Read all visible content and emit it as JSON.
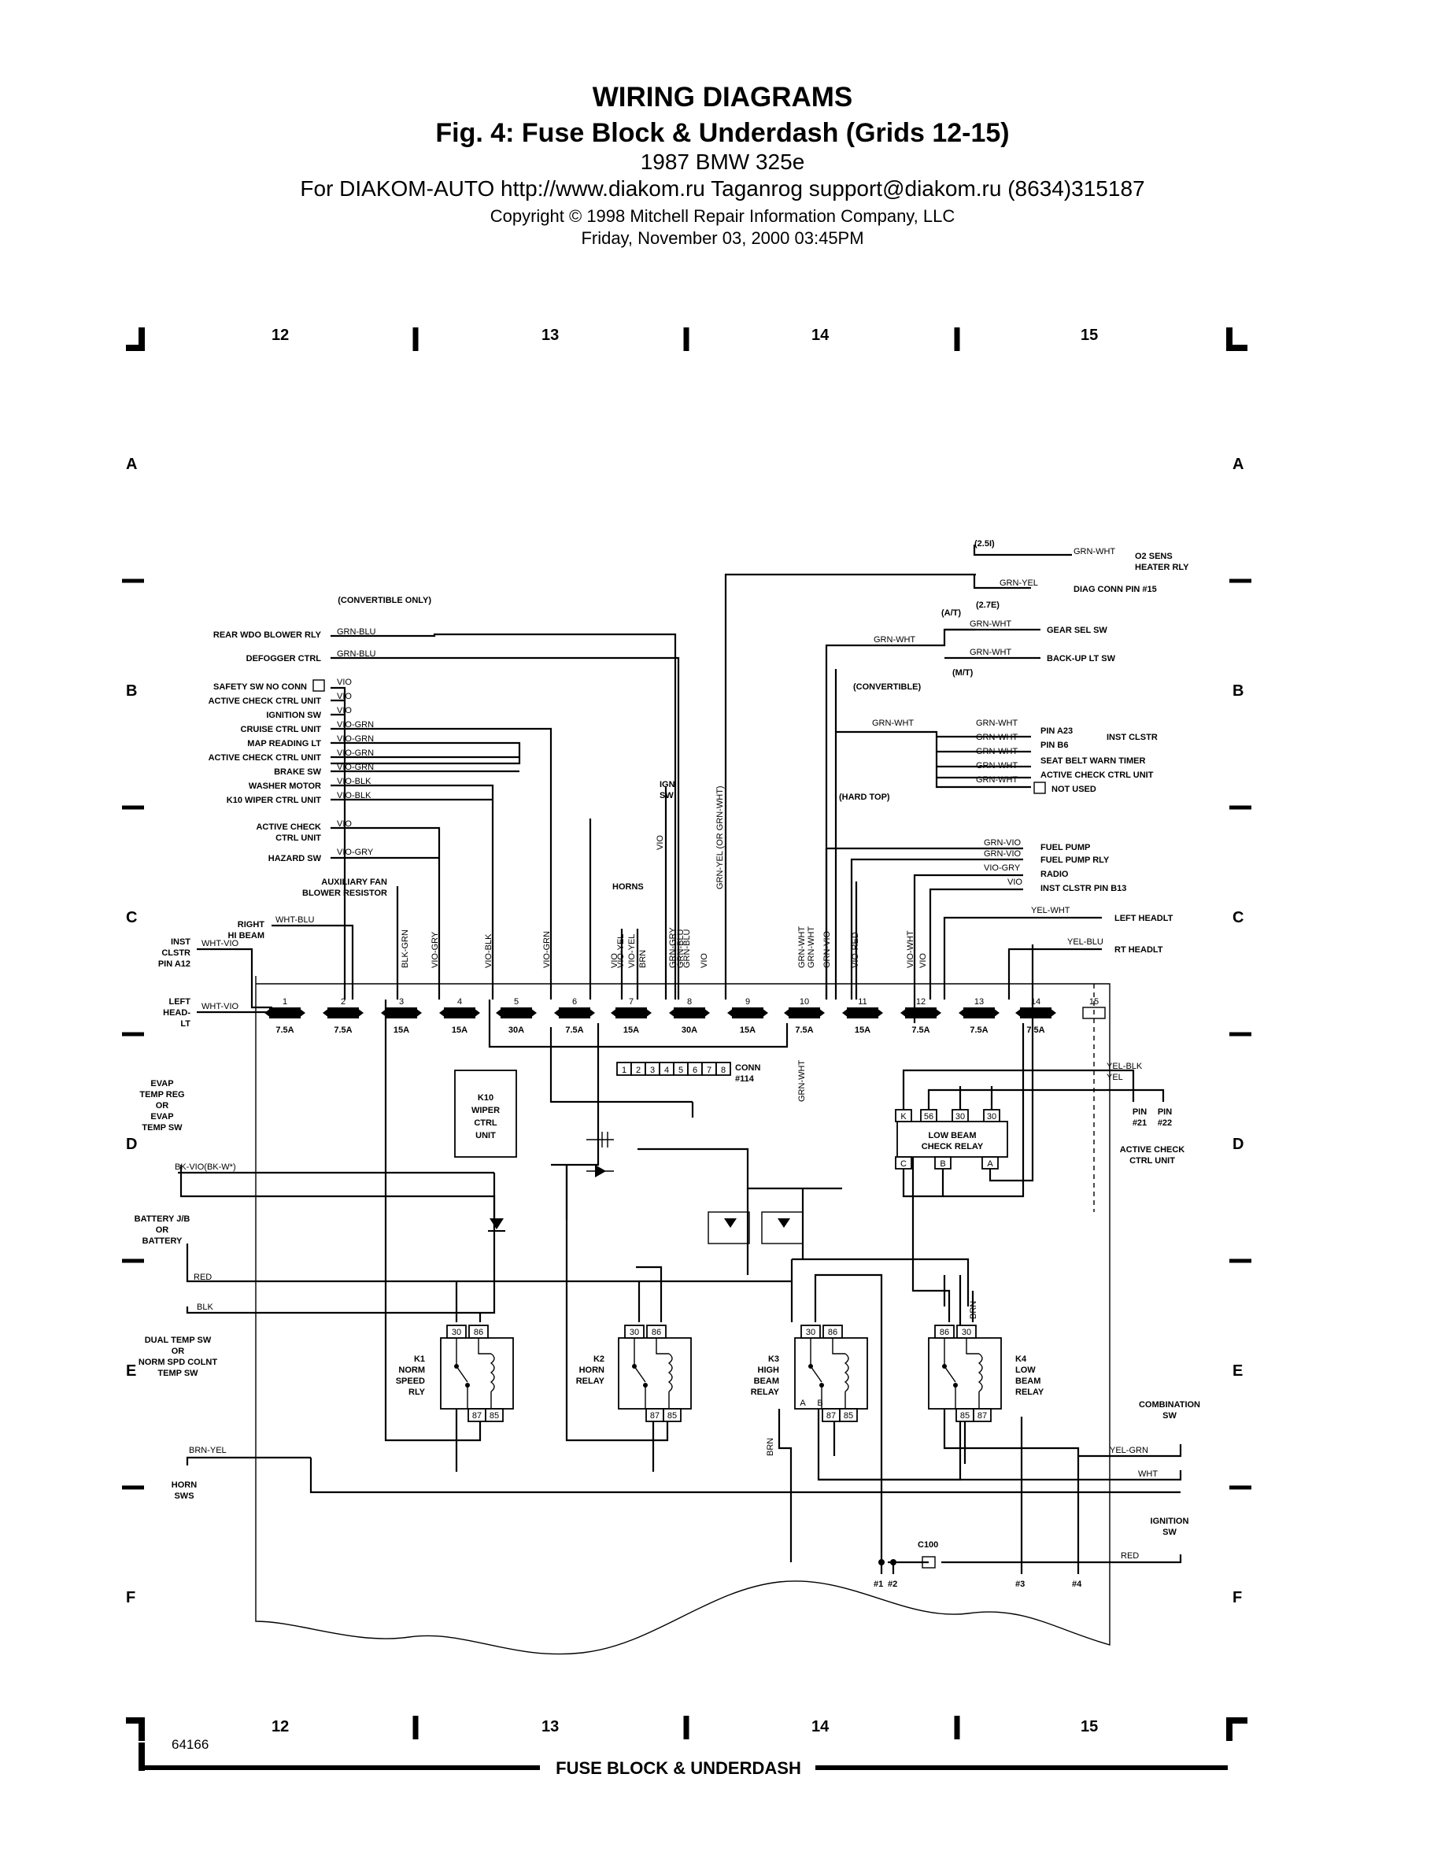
{
  "header": {
    "title": "WIRING DIAGRAMS",
    "figure": "Fig. 4:  Fuse Block & Underdash (Grids 12-15)",
    "vehicle": "1987 BMW 325e",
    "source": "For DIAKOM-AUTO http://www.diakom.ru Taganrog support@diakom.ru (8634)315187",
    "copyright": "Copyright © 1998 Mitchell Repair Information Company, LLC",
    "date": "Friday, November 03, 2000  03:45PM"
  },
  "grid": {
    "columns": [
      "12",
      "13",
      "14",
      "15"
    ],
    "rows": [
      "A",
      "B",
      "C",
      "D",
      "E",
      "F"
    ]
  },
  "fuses": [
    {
      "num": "1",
      "rating": "7.5A"
    },
    {
      "num": "2",
      "rating": "7.5A"
    },
    {
      "num": "3",
      "rating": "15A"
    },
    {
      "num": "4",
      "rating": "15A"
    },
    {
      "num": "5",
      "rating": "30A"
    },
    {
      "num": "6",
      "rating": "7.5A"
    },
    {
      "num": "7",
      "rating": "15A"
    },
    {
      "num": "8",
      "rating": "30A"
    },
    {
      "num": "9",
      "rating": "15A"
    },
    {
      "num": "10",
      "rating": "7.5A"
    },
    {
      "num": "11",
      "rating": "15A"
    },
    {
      "num": "12",
      "rating": "7.5A"
    },
    {
      "num": "13",
      "rating": "7.5A"
    },
    {
      "num": "14",
      "rating": "7.5A"
    },
    {
      "num": "15",
      "rating": ""
    }
  ],
  "fuse_wires": [
    "BLK-GRN",
    "VIO-GRY",
    "VIO-BLK",
    "VIO-GRN",
    "VIO",
    "VIO-YEL",
    "VIO-YEL",
    "BRN",
    "GRN-GRY",
    "GRN-BLU",
    "GRN-BLU",
    "VIO",
    "GRN-WHT",
    "GRN-WHT",
    "GRN-VIO",
    "VIO-RED",
    "VIO-WHT",
    "VIO"
  ],
  "left_labels": [
    {
      "text": "(CONVERTIBLE ONLY)",
      "wire": ""
    },
    {
      "text": "REAR WDO BLOWER RLY",
      "wire": "GRN-BLU"
    },
    {
      "text": "DEFOGGER CTRL",
      "wire": "GRN-BLU"
    },
    {
      "text": "SAFETY SW NO CONN",
      "wire": "VIO"
    },
    {
      "text": "ACTIVE CHECK CTRL UNIT",
      "wire": "VIO"
    },
    {
      "text": "IGNITION SW",
      "wire": "VIO"
    },
    {
      "text": "CRUISE CTRL UNIT",
      "wire": "VIO-GRN"
    },
    {
      "text": "MAP READING LT",
      "wire": "VIO-GRN"
    },
    {
      "text": "ACTIVE CHECK CTRL UNIT",
      "wire": "VIO-GRN"
    },
    {
      "text": "BRAKE SW",
      "wire": "VIO-GRN"
    },
    {
      "text": "WASHER MOTOR",
      "wire": "VIO-BLK"
    },
    {
      "text": "K10 WIPER CTRL UNIT",
      "wire": "VIO-BLK"
    },
    {
      "text": "ACTIVE CHECK",
      "wire": "VIO"
    },
    {
      "text": "CTRL UNIT",
      "wire": ""
    },
    {
      "text": "HAZARD SW",
      "wire": "VIO-GRY"
    },
    {
      "text": "AUXILIARY FAN",
      "wire": ""
    },
    {
      "text": "BLOWER RESISTOR",
      "wire": ""
    },
    {
      "text": "RIGHT",
      "wire": "WHT-BLU"
    },
    {
      "text": "HI BEAM",
      "wire": ""
    },
    {
      "text": "INST",
      "wire": ""
    },
    {
      "text": "CLSTR",
      "wire": "WHT-VIO"
    },
    {
      "text": "PIN A12",
      "wire": ""
    },
    {
      "text": "LEFT",
      "wire": ""
    },
    {
      "text": "HEAD-",
      "wire": "WHT-VIO"
    },
    {
      "text": "LT",
      "wire": ""
    },
    {
      "text": "EVAP",
      "wire": ""
    },
    {
      "text": "TEMP REG",
      "wire": ""
    },
    {
      "text": "OR",
      "wire": ""
    },
    {
      "text": "EVAP",
      "wire": ""
    },
    {
      "text": "TEMP SW",
      "wire": "BK-VIO(BK-W*)"
    },
    {
      "text": "BATTERY J/B",
      "wire": ""
    },
    {
      "text": "OR",
      "wire": ""
    },
    {
      "text": "BATTERY",
      "wire": "RED"
    },
    {
      "text": "DUAL TEMP SW",
      "wire": "BLK"
    },
    {
      "text": "OR",
      "wire": ""
    },
    {
      "text": "NORM SPD COLNT",
      "wire": ""
    },
    {
      "text": "TEMP SW",
      "wire": ""
    },
    {
      "text": "HORN",
      "wire": "BRN-YEL"
    },
    {
      "text": "SWS",
      "wire": ""
    }
  ],
  "right_labels": [
    {
      "text": "O2 SENS",
      "wire": "GRN-WHT"
    },
    {
      "text": "HEATER RLY",
      "wire": ""
    },
    {
      "text": "DIAG CONN PIN #15",
      "wire": "GRN-YEL"
    },
    {
      "text": "GEAR SEL SW",
      "wire": "GRN-WHT"
    },
    {
      "text": "BACK-UP LT SW",
      "wire": "GRN-WHT"
    },
    {
      "text": "PIN A23",
      "wire": "GRN-WHT"
    },
    {
      "text": "PIN B6",
      "wire": "GRN-WHT"
    },
    {
      "text": "SEAT BELT WARN TIMER",
      "wire": "GRN-WHT"
    },
    {
      "text": "ACTIVE CHECK CTRL UNIT",
      "wire": "GRN-WHT"
    },
    {
      "text": "NOT USED",
      "wire": "GRN-WHT"
    },
    {
      "text": "FUEL PUMP",
      "wire": "GRN-VIO"
    },
    {
      "text": "FUEL PUMP RLY",
      "wire": "GRN-VIO"
    },
    {
      "text": "RADIO",
      "wire": "VIO-GRY"
    },
    {
      "text": "INST CLSTR PIN B13",
      "wire": "VIO"
    },
    {
      "text": "LEFT HEADLT",
      "wire": "YEL-WHT"
    },
    {
      "text": "RT HEADLT",
      "wire": "YEL-BLU"
    }
  ],
  "annotations": {
    "a_2_5": "(2.5I)",
    "a_2_7": "(2.7E)",
    "a_at": "(A/T)",
    "a_mt": "(M/T)",
    "a_conv": "(CONVERTIBLE)",
    "a_hardtop": "(HARD TOP)",
    "inst_clstr": "INST CLSTR",
    "w_grn_wht_1": "GRN-WHT",
    "w_grn_wht_2": "GRN-WHT",
    "ign_sw_1": "IGN",
    "ign_sw_2": "SW",
    "ign_wire": "VIO",
    "horns": "HORNS",
    "grn_yel_note": "GRN-YEL (OR GRN-WHT)",
    "conn_1": "CONN",
    "conn_2": "#114",
    "conn_wire": "GRN-WHT",
    "k10_1": "K10",
    "k10_2": "WIPER",
    "k10_3": "CTRL",
    "k10_4": "UNIT",
    "yel_blk": "YEL-BLK",
    "yel": "YEL",
    "pin21": "PIN",
    "pin21b": "#21",
    "pin22": "PIN",
    "pin22b": "#22",
    "acu_1": "ACTIVE CHECK",
    "acu_2": "CTRL UNIT",
    "comb_1": "COMBINATION",
    "comb_2": "SW",
    "yel_grn": "YEL-GRN",
    "wht": "WHT",
    "ign2_1": "IGNITION",
    "ign2_2": "SW",
    "c100": "C100",
    "red": "RED",
    "grd_1": "#1",
    "grd_2": "#2",
    "grd_3": "#3",
    "grd_4": "#4",
    "brn_k3": "BRN",
    "brn_k4": "BRN"
  },
  "conn_pins": [
    "1",
    "2",
    "3",
    "4",
    "5",
    "6",
    "7",
    "8"
  ],
  "low_beam_relay": {
    "line1": "LOW BEAM",
    "line2": "CHECK RELAY",
    "pins_top": [
      "K",
      "56",
      "30",
      "30"
    ],
    "pins_bottom": [
      "C",
      "B",
      "A"
    ]
  },
  "relays": [
    {
      "name": [
        "K1",
        "NORM",
        "SPEED",
        "RLY"
      ],
      "pins_top": [
        "30",
        "86"
      ],
      "pins_bottom": [
        "87",
        "85"
      ],
      "extra": []
    },
    {
      "name": [
        "K2",
        "HORN",
        "RELAY"
      ],
      "pins_top": [
        "30",
        "86"
      ],
      "pins_bottom": [
        "87",
        "85"
      ],
      "extra": []
    },
    {
      "name": [
        "K3",
        "HIGH",
        "BEAM",
        "RELAY"
      ],
      "pins_top": [
        "30",
        "86"
      ],
      "pins_bottom": [
        "87",
        "85"
      ],
      "extra": [
        "A",
        "B"
      ]
    },
    {
      "name": [
        "K4",
        "LOW",
        "BEAM",
        "RELAY"
      ],
      "pins_top": [
        "86",
        "30"
      ],
      "pins_bottom": [
        "85",
        "87"
      ],
      "extra": []
    }
  ],
  "footer": {
    "code": "64166",
    "caption": "FUSE BLOCK & UNDERDASH"
  }
}
